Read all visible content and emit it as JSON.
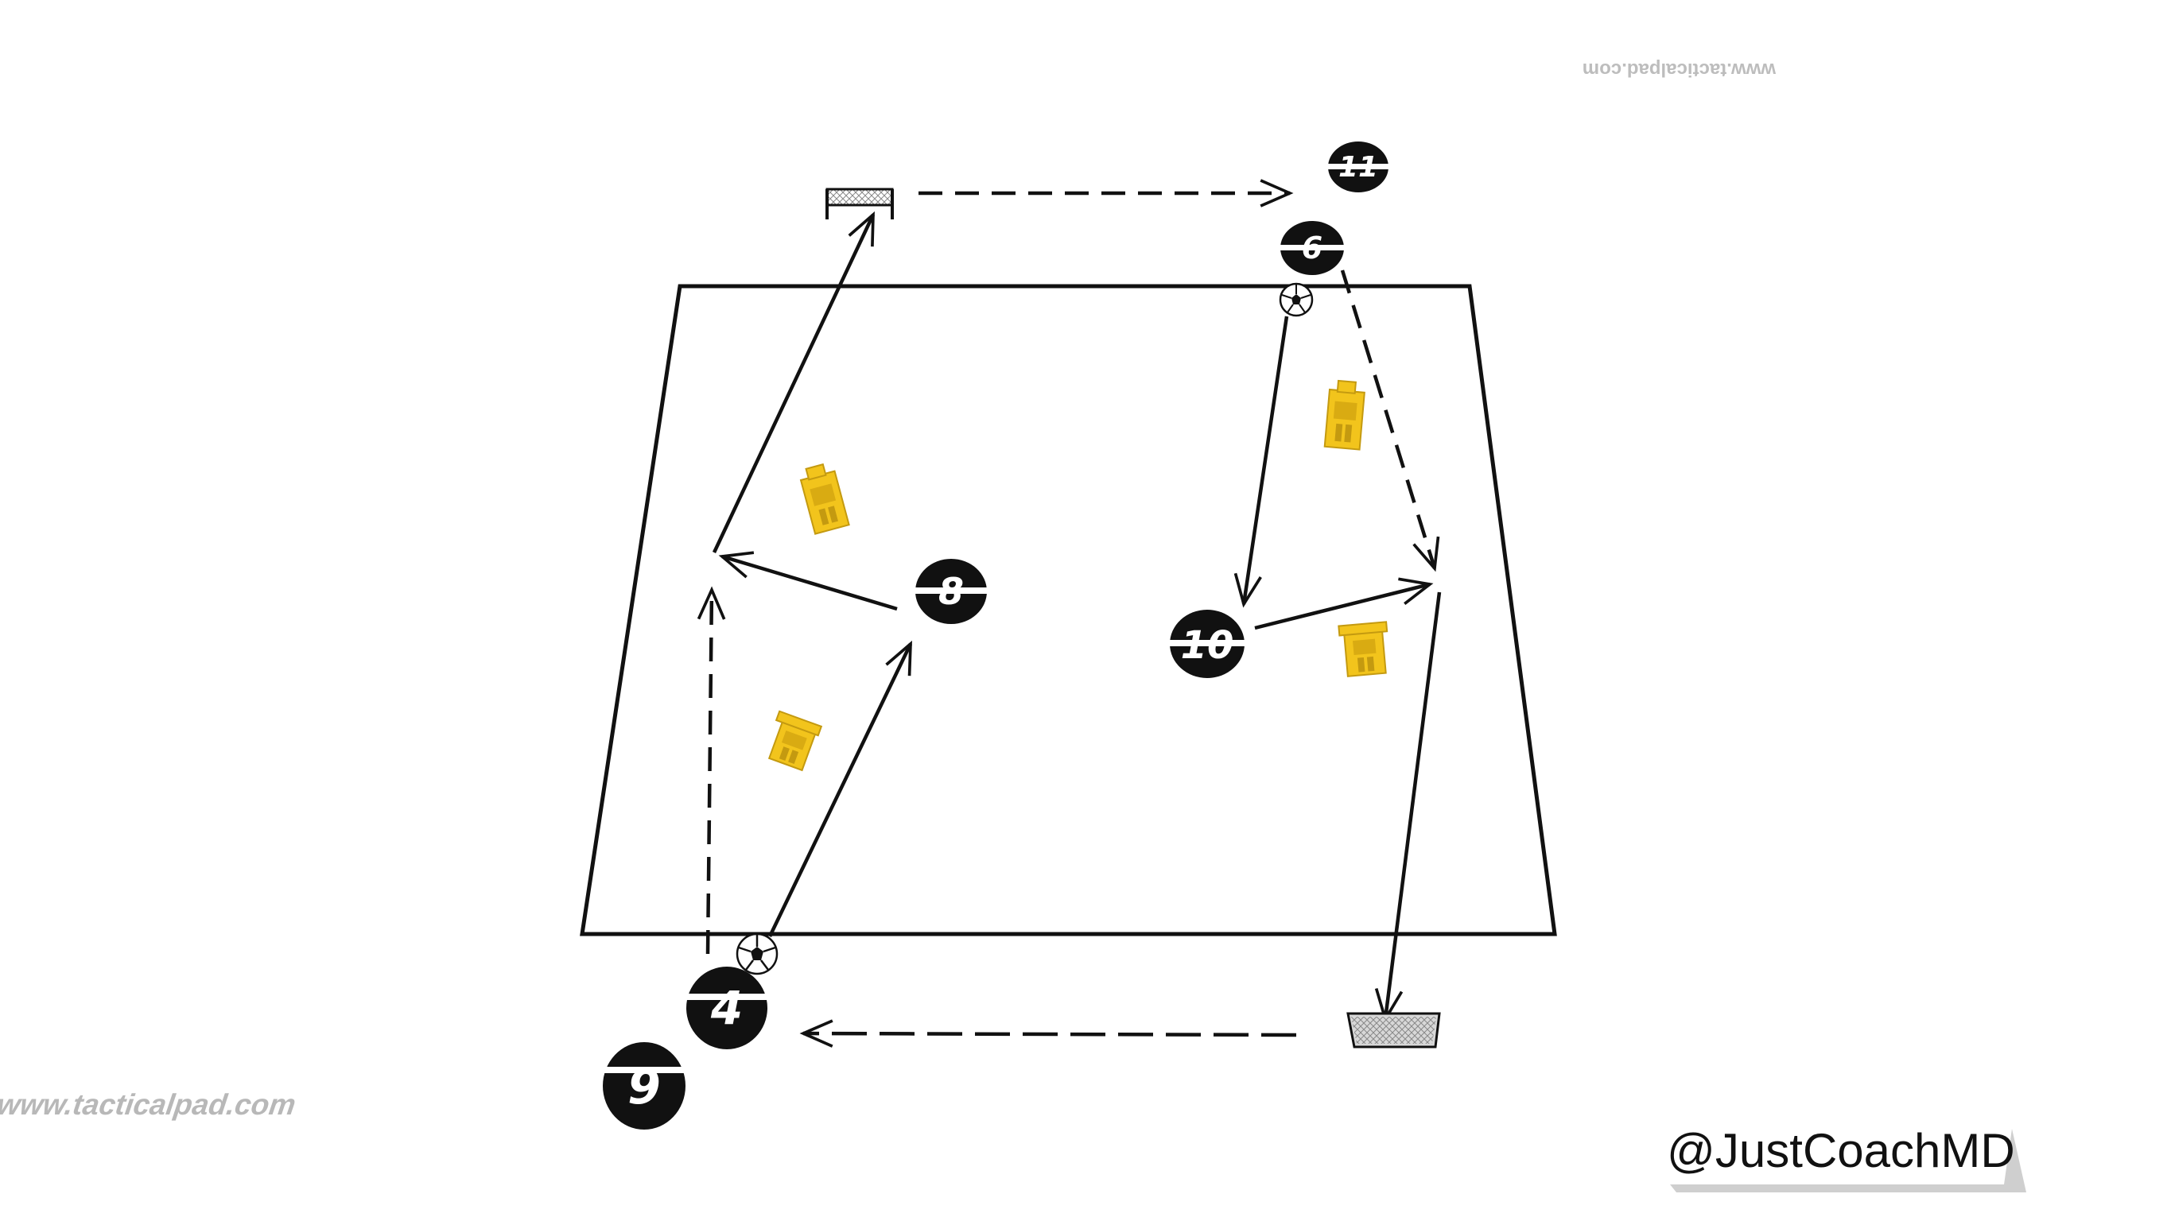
{
  "players": [
    {
      "id": "p11",
      "number": "11"
    },
    {
      "id": "p6",
      "number": "6"
    },
    {
      "id": "p8",
      "number": "8"
    },
    {
      "id": "p10",
      "number": "10"
    },
    {
      "id": "p4",
      "number": "4"
    },
    {
      "id": "p9",
      "number": "9"
    }
  ],
  "watermark_bottom": "www.tacticalpad.com",
  "watermark_top": "www.tacticalpad.com",
  "handle": "@JustCoachMD",
  "colors": {
    "player_fill": "#111111",
    "player_band": "#ffffff",
    "mannequin": "#f2c41c",
    "mannequin_dark": "#c49a10",
    "line": "#111111"
  }
}
